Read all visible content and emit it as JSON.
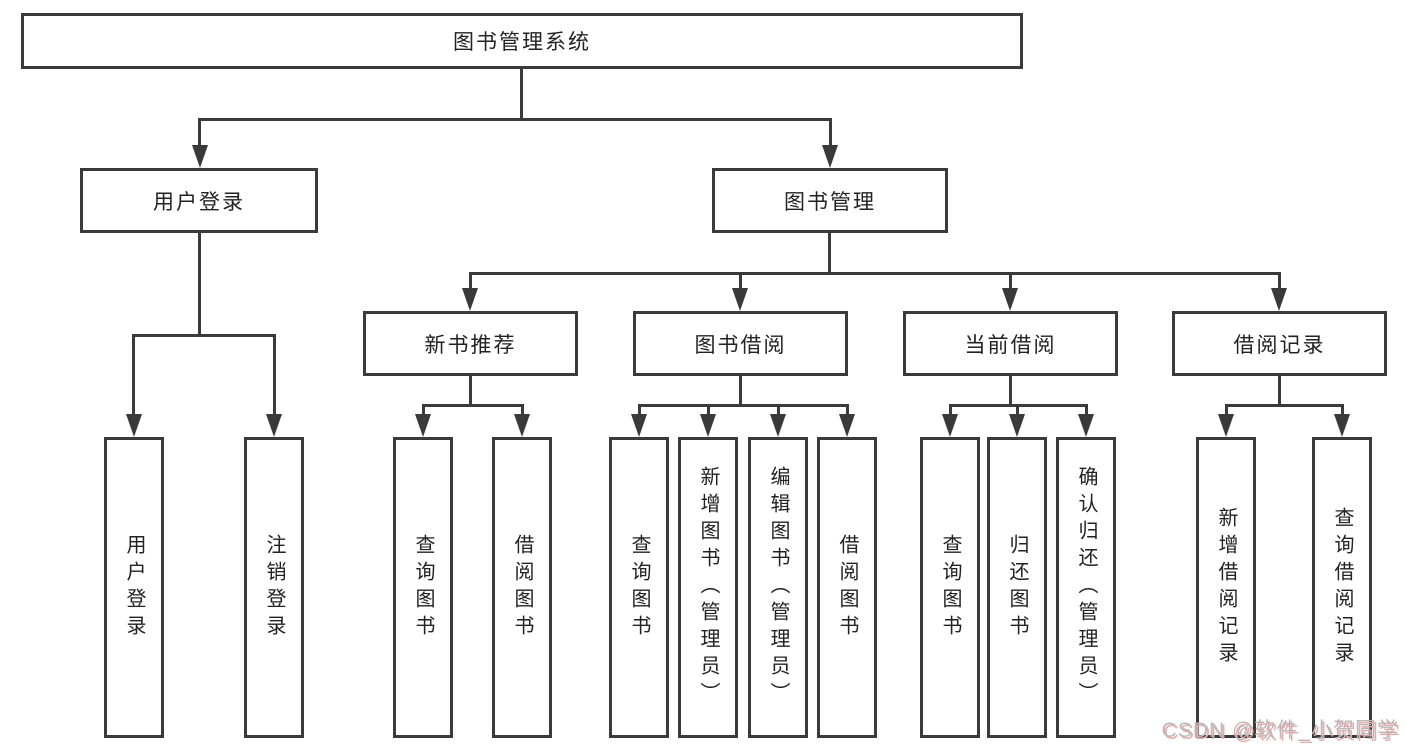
{
  "diagram": {
    "title": "图书管理系统",
    "level2": [
      {
        "label": "用户登录",
        "children": [
          "用户登录",
          "注销登录"
        ]
      },
      {
        "label": "图书管理"
      }
    ],
    "level3": [
      {
        "label": "新书推荐",
        "children": [
          "查询图书",
          "借阅图书"
        ]
      },
      {
        "label": "图书借阅",
        "children": [
          "查询图书",
          "新增图书（管理员）",
          "编辑图书（管理员）",
          "借阅图书"
        ]
      },
      {
        "label": "当前借阅",
        "children": [
          "查询图书",
          "归还图书",
          "确认归还（管理员）"
        ]
      },
      {
        "label": "借阅记录",
        "children": [
          "新增借阅记录",
          "查询借阅记录"
        ]
      }
    ],
    "watermark": "CSDN @软件_小贺同学",
    "colors": {
      "line": "#3a3a3a",
      "text": "#222222",
      "background": "#ffffff",
      "watermark_gray": "#b8b8b8",
      "watermark_red_shadow": "#ecabab"
    }
  }
}
